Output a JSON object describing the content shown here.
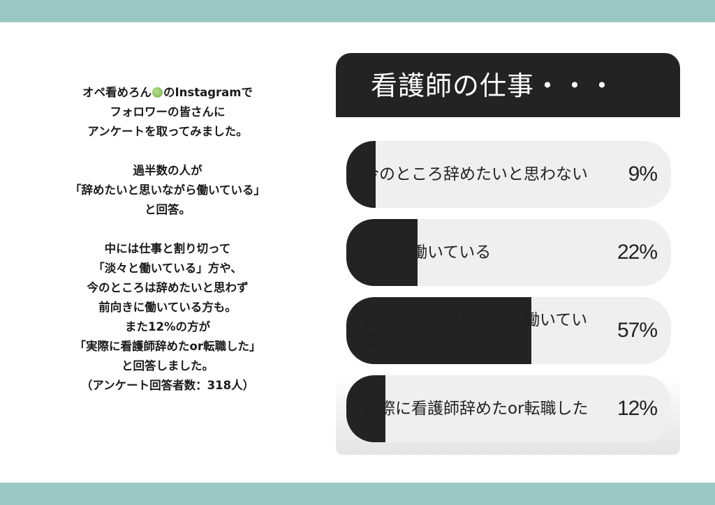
{
  "intro": {
    "line1_pre": "オペ看めろん",
    "line1_post": "のInstagramで",
    "lines_a": [
      "フォロワーの皆さんに",
      "アンケートを取ってみました。"
    ],
    "lines_b": [
      "過半数の人が",
      "「辞めたいと思いながら働いている」",
      "と回答。"
    ],
    "lines_c": [
      "中には仕事と割り切って",
      "「淡々と働いている」方や、",
      "今のところは辞めたいと思わず",
      "前向きに働いている方も。",
      "また12%の方が",
      "「実際に看護師辞めたor転職した」",
      "と回答しました。",
      "（アンケート回答者数：318人）"
    ]
  },
  "poll": {
    "title": "看護師の仕事・・・",
    "options": [
      {
        "label": "今のところ辞めたいと思わない",
        "percent_label": "9%",
        "percent": 9
      },
      {
        "label": "淡々と働いている",
        "percent_label": "22%",
        "percent": 22
      },
      {
        "label": "辞めたいと思いながら働いている",
        "percent_label": "57%",
        "percent": 57
      },
      {
        "label": "実際に看護師辞めたor転職した",
        "percent_label": "12%",
        "percent": 12
      }
    ]
  },
  "colors": {
    "band": "#9cc8c3",
    "dark": "#232323",
    "bar_bg": "#efefef"
  }
}
